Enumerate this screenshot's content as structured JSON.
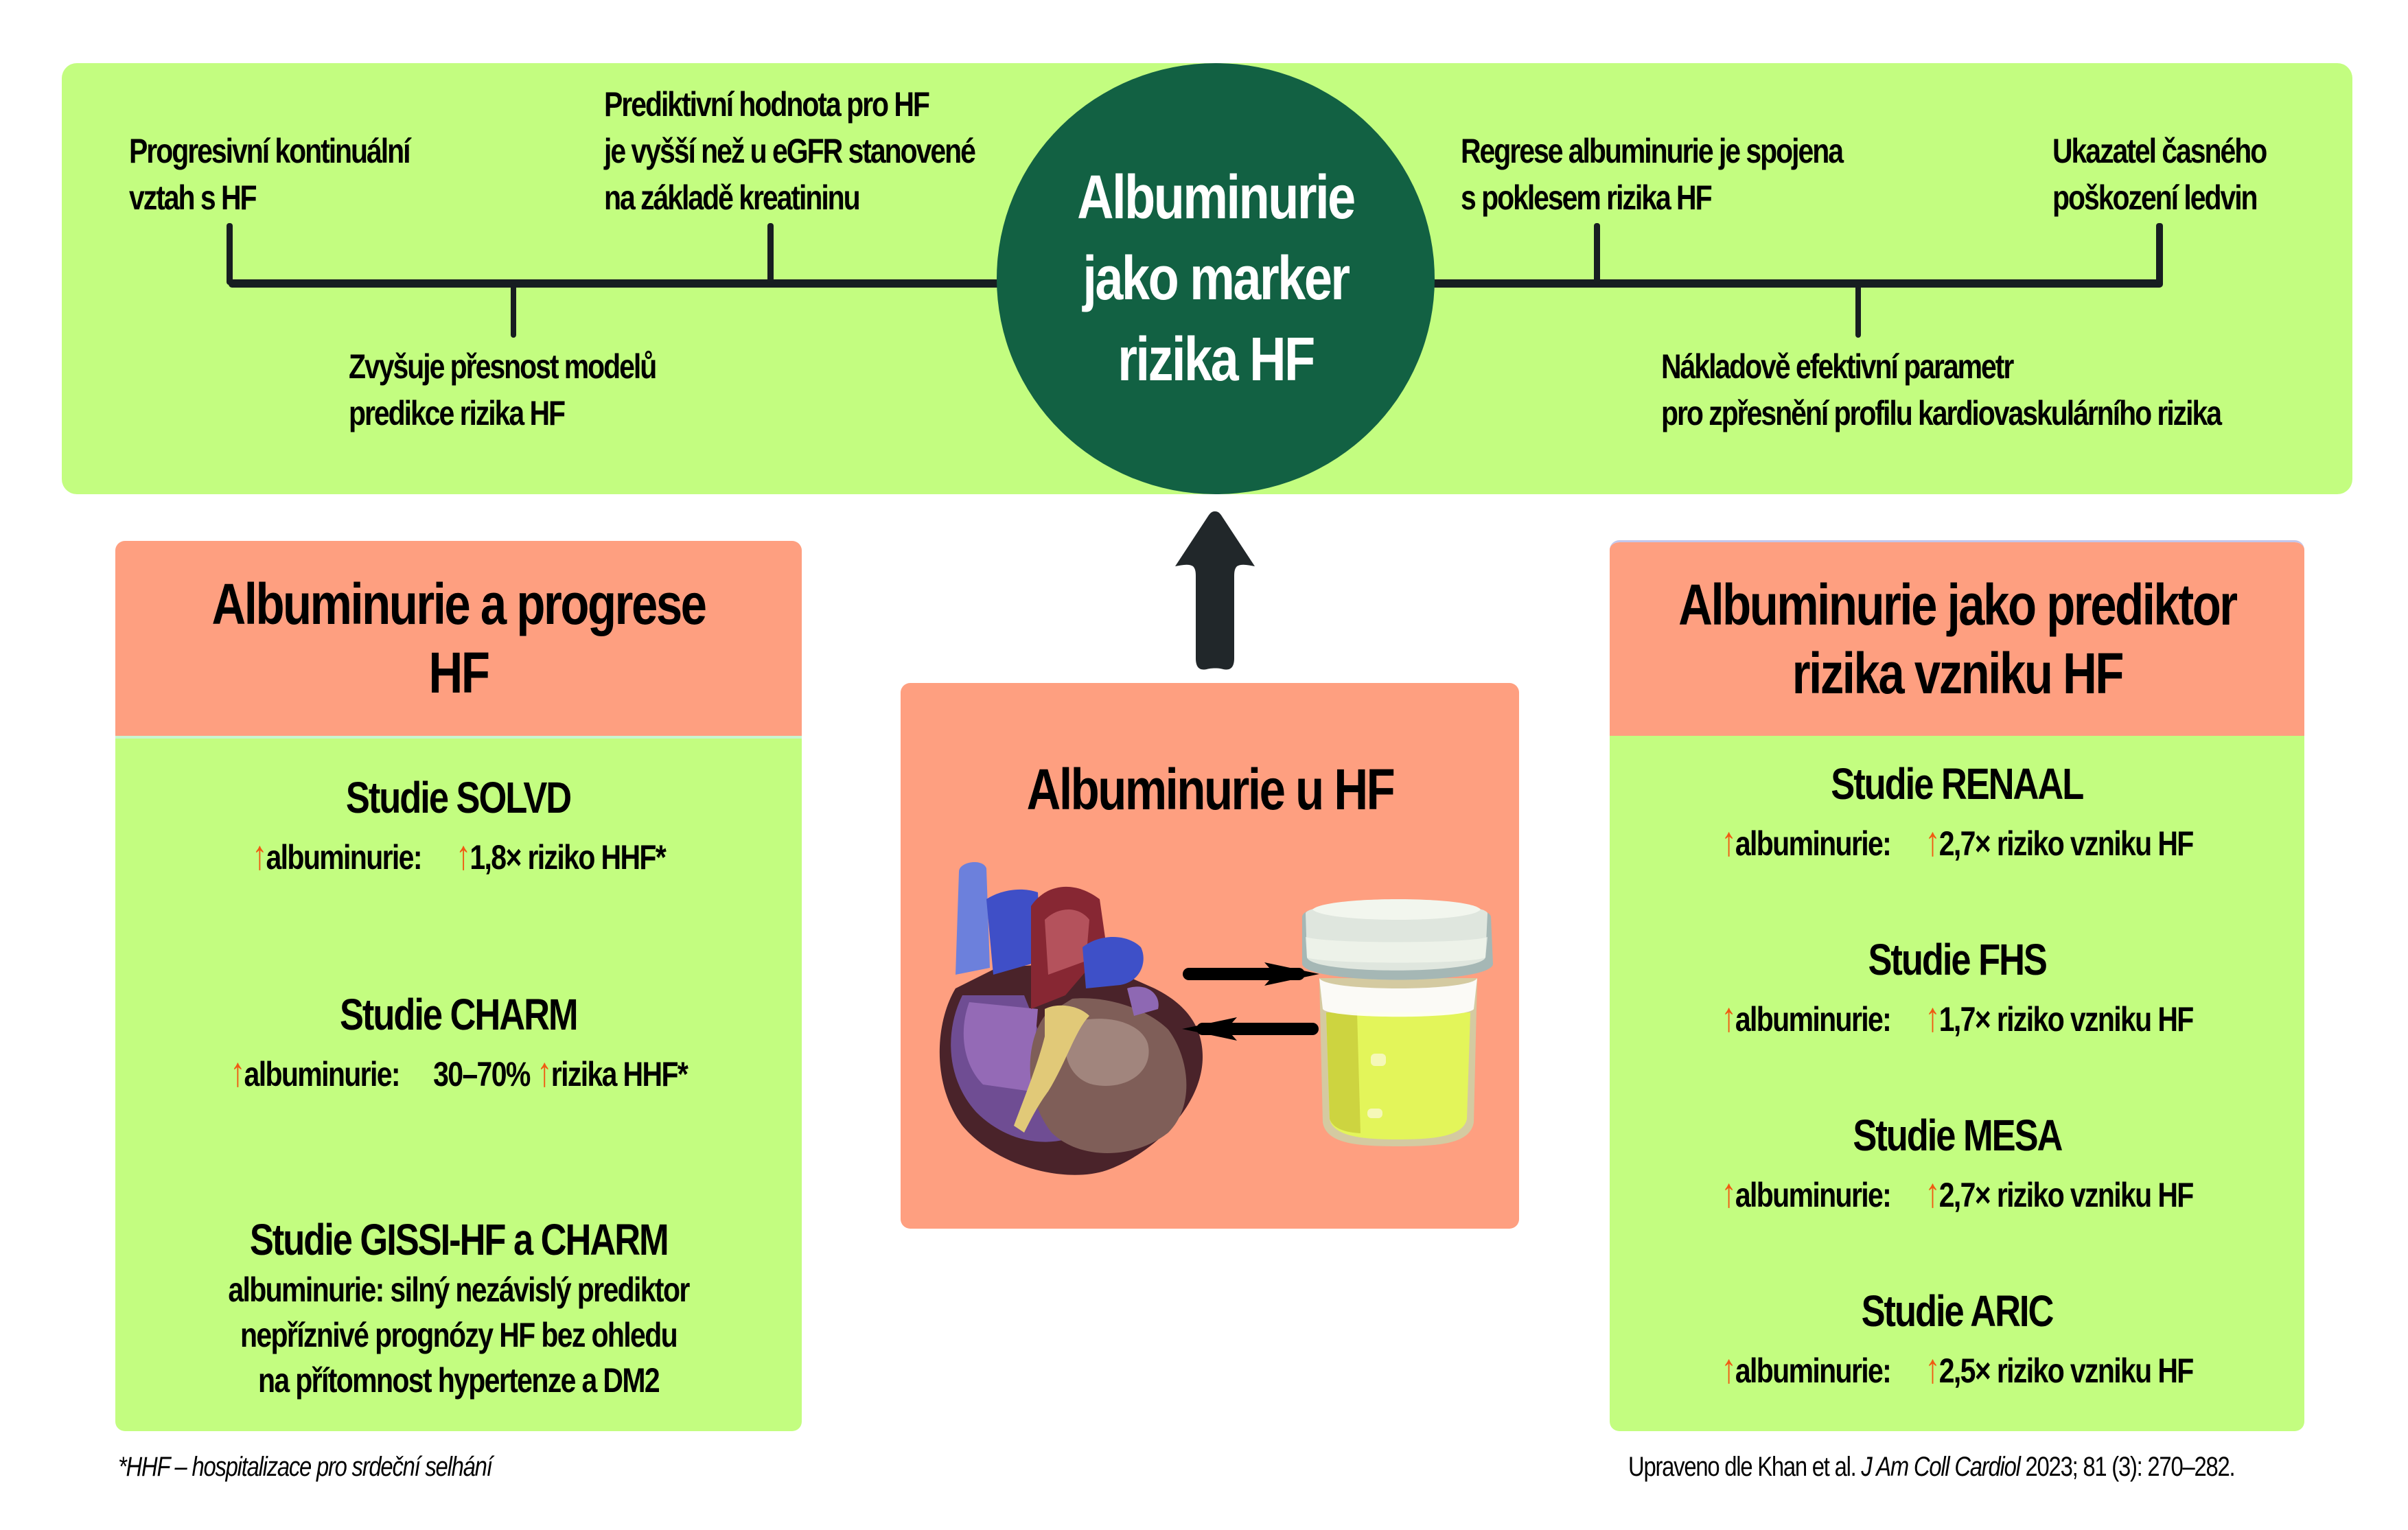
{
  "colors": {
    "banner_bg": "#c3fd80",
    "hub_bg": "#126143",
    "header_bg": "#fe9f80",
    "body_bg": "#c3fd80",
    "bracket": "#171d21",
    "up_arrow_accent": "#f05a12"
  },
  "hub": {
    "title": "Albuminurie\njako marker\nrizika HF"
  },
  "banner": {
    "left_top": [
      {
        "text": "Progresivní kontinuální\nvztah s HF"
      },
      {
        "text": "Prediktivní hodnota pro HF\nje vyšší než u eGFR stanovené\nna základě kreatininu"
      }
    ],
    "left_bottom": {
      "text": "Zvyšuje přesnost modelů\npredikce rizika HF"
    },
    "right_top": [
      {
        "text": "Regrese albuminurie je spojena\ns poklesem rizika HF"
      },
      {
        "text": "Ukazatel časného\npoškození ledvin"
      }
    ],
    "right_bottom": {
      "text": "Nákladově efektivní parametr\npro zpřesnění profilu kardiovaskulárního rizika"
    }
  },
  "left_box": {
    "title": "Albuminurie a progrese HF",
    "studies": [
      {
        "name": "Studie SOLVD",
        "lhs": "albuminurie:",
        "rhs_prefix": "",
        "rhs": "1,8× riziko HHF*"
      },
      {
        "name": "Studie CHARM",
        "lhs": "albuminurie:",
        "rhs_prefix": "30–70%",
        "rhs": "rizika HHF*"
      }
    ],
    "study3": {
      "name": "Studie GISSI-HF a CHARM",
      "desc": "albuminurie: silný nezávislý prediktor\nnepříznivé prognózy HF bez ohledu\nna přítomnost hypertenze a DM2"
    }
  },
  "center_box": {
    "title": "Albuminurie u HF",
    "images": [
      "heart-illustration",
      "urine-sample-jar"
    ]
  },
  "right_box": {
    "title": "Albuminurie jako prediktor\nrizika vzniku HF",
    "studies": [
      {
        "name": "Studie RENAAL",
        "lhs": "albuminurie:",
        "rhs": "2,7× riziko vzniku HF"
      },
      {
        "name": "Studie FHS",
        "lhs": "albuminurie:",
        "rhs": "1,7× riziko vzniku HF"
      },
      {
        "name": "Studie MESA",
        "lhs": "albuminurie:",
        "rhs": "2,7× riziko vzniku HF"
      },
      {
        "name": "Studie ARIC",
        "lhs": "albuminurie:",
        "rhs": "2,5× riziko vzniku HF"
      }
    ]
  },
  "footer": {
    "footnote": "*HHF – hospitalizace pro srdeční selhání",
    "source_prefix": "Upraveno dle Khan et al.",
    "source_journal": "J Am Coll Cardiol",
    "source_suffix": "2023; 81 (3): 270–282."
  },
  "glyphs": {
    "up_arrow": "↑"
  }
}
